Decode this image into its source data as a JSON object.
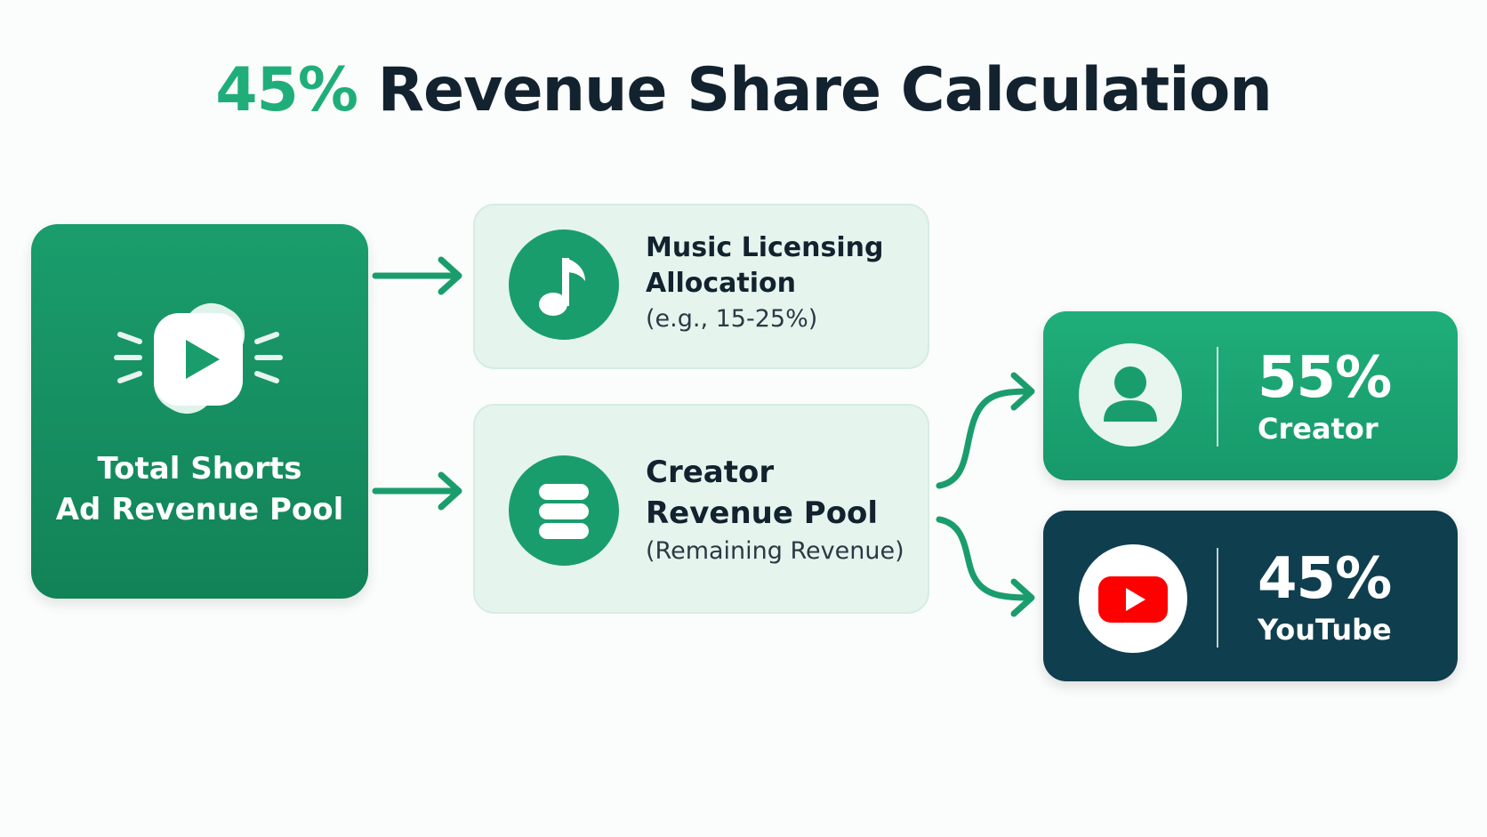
{
  "title": {
    "accent": "45%",
    "rest": " Revenue Share Calculation"
  },
  "colors": {
    "brand_green": "#1a9d6c",
    "light_green_panel": "#e5f5ee",
    "dark_teal": "#0f3f4e",
    "youtube_red": "#ff0000",
    "text_dark": "#12222e"
  },
  "source": {
    "icon": "youtube-shorts-icon",
    "label_line1": "Total Shorts",
    "label_line2": "Ad Revenue Pool"
  },
  "music": {
    "icon": "music-note-icon",
    "title_line1": "Music Licensing",
    "title_line2": "Allocation",
    "subtitle": "(e.g., 15-25%)"
  },
  "pool": {
    "icon": "database-stack-icon",
    "title_line1": "Creator",
    "title_line2": "Revenue Pool",
    "subtitle": "(Remaining Revenue)"
  },
  "creator": {
    "icon": "person-icon",
    "percent": "55%",
    "label": "Creator"
  },
  "youtube": {
    "icon": "youtube-logo-icon",
    "percent": "45%",
    "label": "YouTube"
  }
}
